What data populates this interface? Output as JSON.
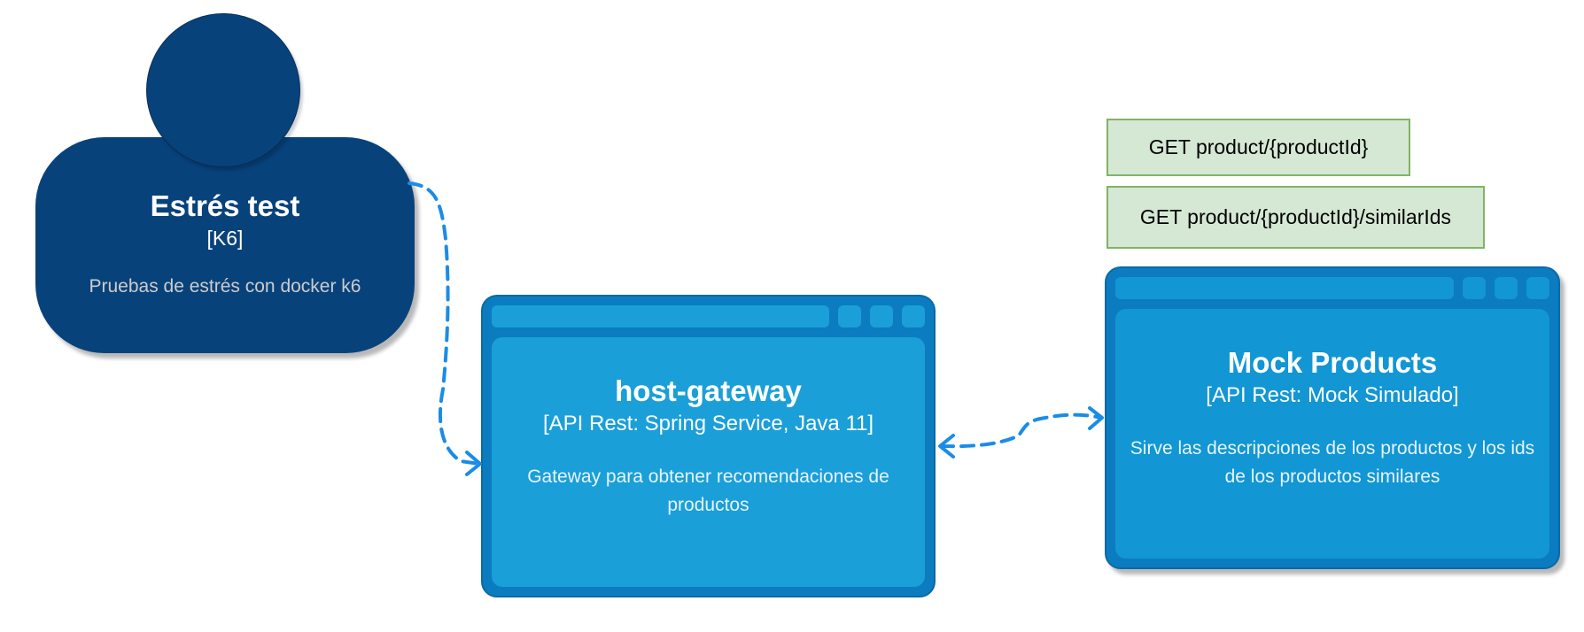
{
  "person": {
    "title": "Estrés test",
    "technology": "[K6]",
    "description": "Pruebas de estrés con docker k6"
  },
  "gateway": {
    "title": "host-gateway",
    "technology": "[API Rest: Spring Service, Java 11]",
    "description": "Gateway para obtener recomendaciones de productos"
  },
  "mock": {
    "title": "Mock Products",
    "technology": "[API Rest: Mock Simulado]",
    "description": "Sirve las descripciones de los productos y los ids de los productos similares"
  },
  "endpoints": [
    {
      "label": "GET product/{productId}"
    },
    {
      "label": "GET product/{productId}/similarIds"
    }
  ],
  "colors": {
    "person": "#08427b",
    "container": "#1a9fd9",
    "connector": "#1a8ce8",
    "note_fill": "#d5e8d4",
    "note_border": "#82b366"
  }
}
